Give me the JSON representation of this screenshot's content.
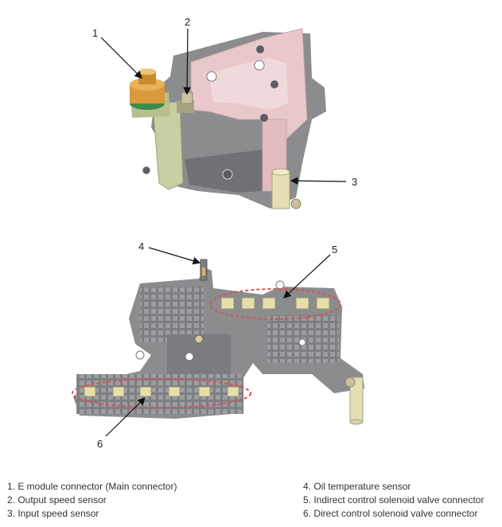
{
  "callouts": {
    "c1": "1",
    "c2": "2",
    "c3": "3",
    "c4": "4",
    "c5": "5",
    "c6": "6"
  },
  "legend": {
    "left": [
      "1. E module connector (Main connector)",
      "2. Output speed sensor",
      "3. Input speed sensor"
    ],
    "right": [
      "4. Oil temperature sensor",
      "5. Indirect control solenoid valve connector",
      "6. Direct control solenoid valve connector"
    ]
  },
  "colors": {
    "bracket_pink": "#e9c8cb",
    "plate_grey": "#8a8c8e",
    "bracket_green": "#c9cfa2",
    "connector_orange": "#d99a3c",
    "dashed_ellipse": "#d9534f",
    "sensor_cream": "#e6deb4"
  }
}
